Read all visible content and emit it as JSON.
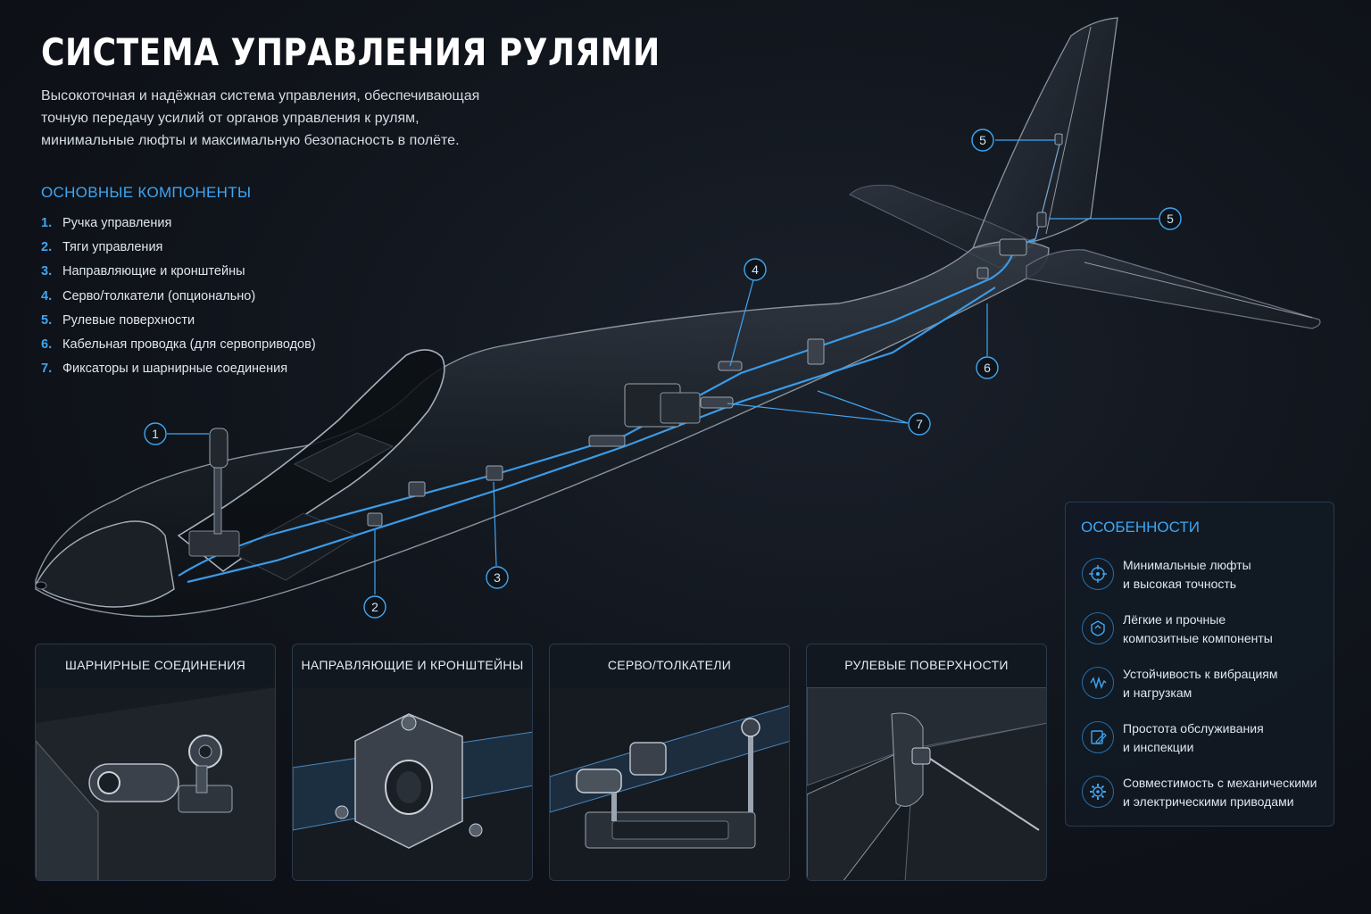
{
  "header": {
    "title": "СИСТЕМА УПРАВЛЕНИЯ РУЛЯМИ",
    "subtitle_lines": [
      "Высокоточная и надёжная система управления, обеспечивающая",
      "точную передачу усилий от органов управления к рулям,",
      "минимальные люфты и максимальную безопасность в полёте."
    ]
  },
  "components": {
    "title": "ОСНОВНЫЕ КОМПОНЕНТЫ",
    "items": [
      {
        "num": "1.",
        "label": "Ручка управления"
      },
      {
        "num": "2.",
        "label": "Тяги управления"
      },
      {
        "num": "3.",
        "label": "Направляющие и кронштейны"
      },
      {
        "num": "4.",
        "label": "Серво/толкатели (опционально)"
      },
      {
        "num": "5.",
        "label": "Рулевые поверхности"
      },
      {
        "num": "6.",
        "label": "Кабельная проводка (для сервоприводов)"
      },
      {
        "num": "7.",
        "label": "Фиксаторы и шарнирные соединения"
      }
    ]
  },
  "callouts": {
    "c1": "1",
    "c2": "2",
    "c3": "3",
    "c4": "4",
    "c5a": "5",
    "c5b": "5",
    "c6": "6",
    "c7": "7"
  },
  "features": {
    "title": "ОСОБЕННОСТИ",
    "items": [
      {
        "icon": "target-icon",
        "line1": "Минимальные люфты",
        "line2": "и высокая точность"
      },
      {
        "icon": "layers-shield-icon",
        "line1": "Лёгкие и прочные",
        "line2": "композитные компоненты"
      },
      {
        "icon": "vibration-icon",
        "line1": "Устойчивость к вибрациям",
        "line2": "и нагрузкам"
      },
      {
        "icon": "wrench-doc-icon",
        "line1": "Простота обслуживания",
        "line2": "и инспекции"
      },
      {
        "icon": "gear-icon",
        "line1": "Совместимость с механическими",
        "line2": "и электрическими приводами"
      }
    ]
  },
  "panels": [
    {
      "title": "ШАРНИРНЫЕ СОЕДИНЕНИЯ"
    },
    {
      "title": "НАПРАВЛЯЮЩИЕ И КРОНШТЕЙНЫ"
    },
    {
      "title": "СЕРВО/ТОЛКАТЕЛИ"
    },
    {
      "title": "РУЛЕВЫЕ ПОВЕРХНОСТИ"
    }
  ],
  "colors": {
    "accent": "#3fa6f2",
    "background": "#10141b",
    "rod_line": "#3b9be8"
  }
}
